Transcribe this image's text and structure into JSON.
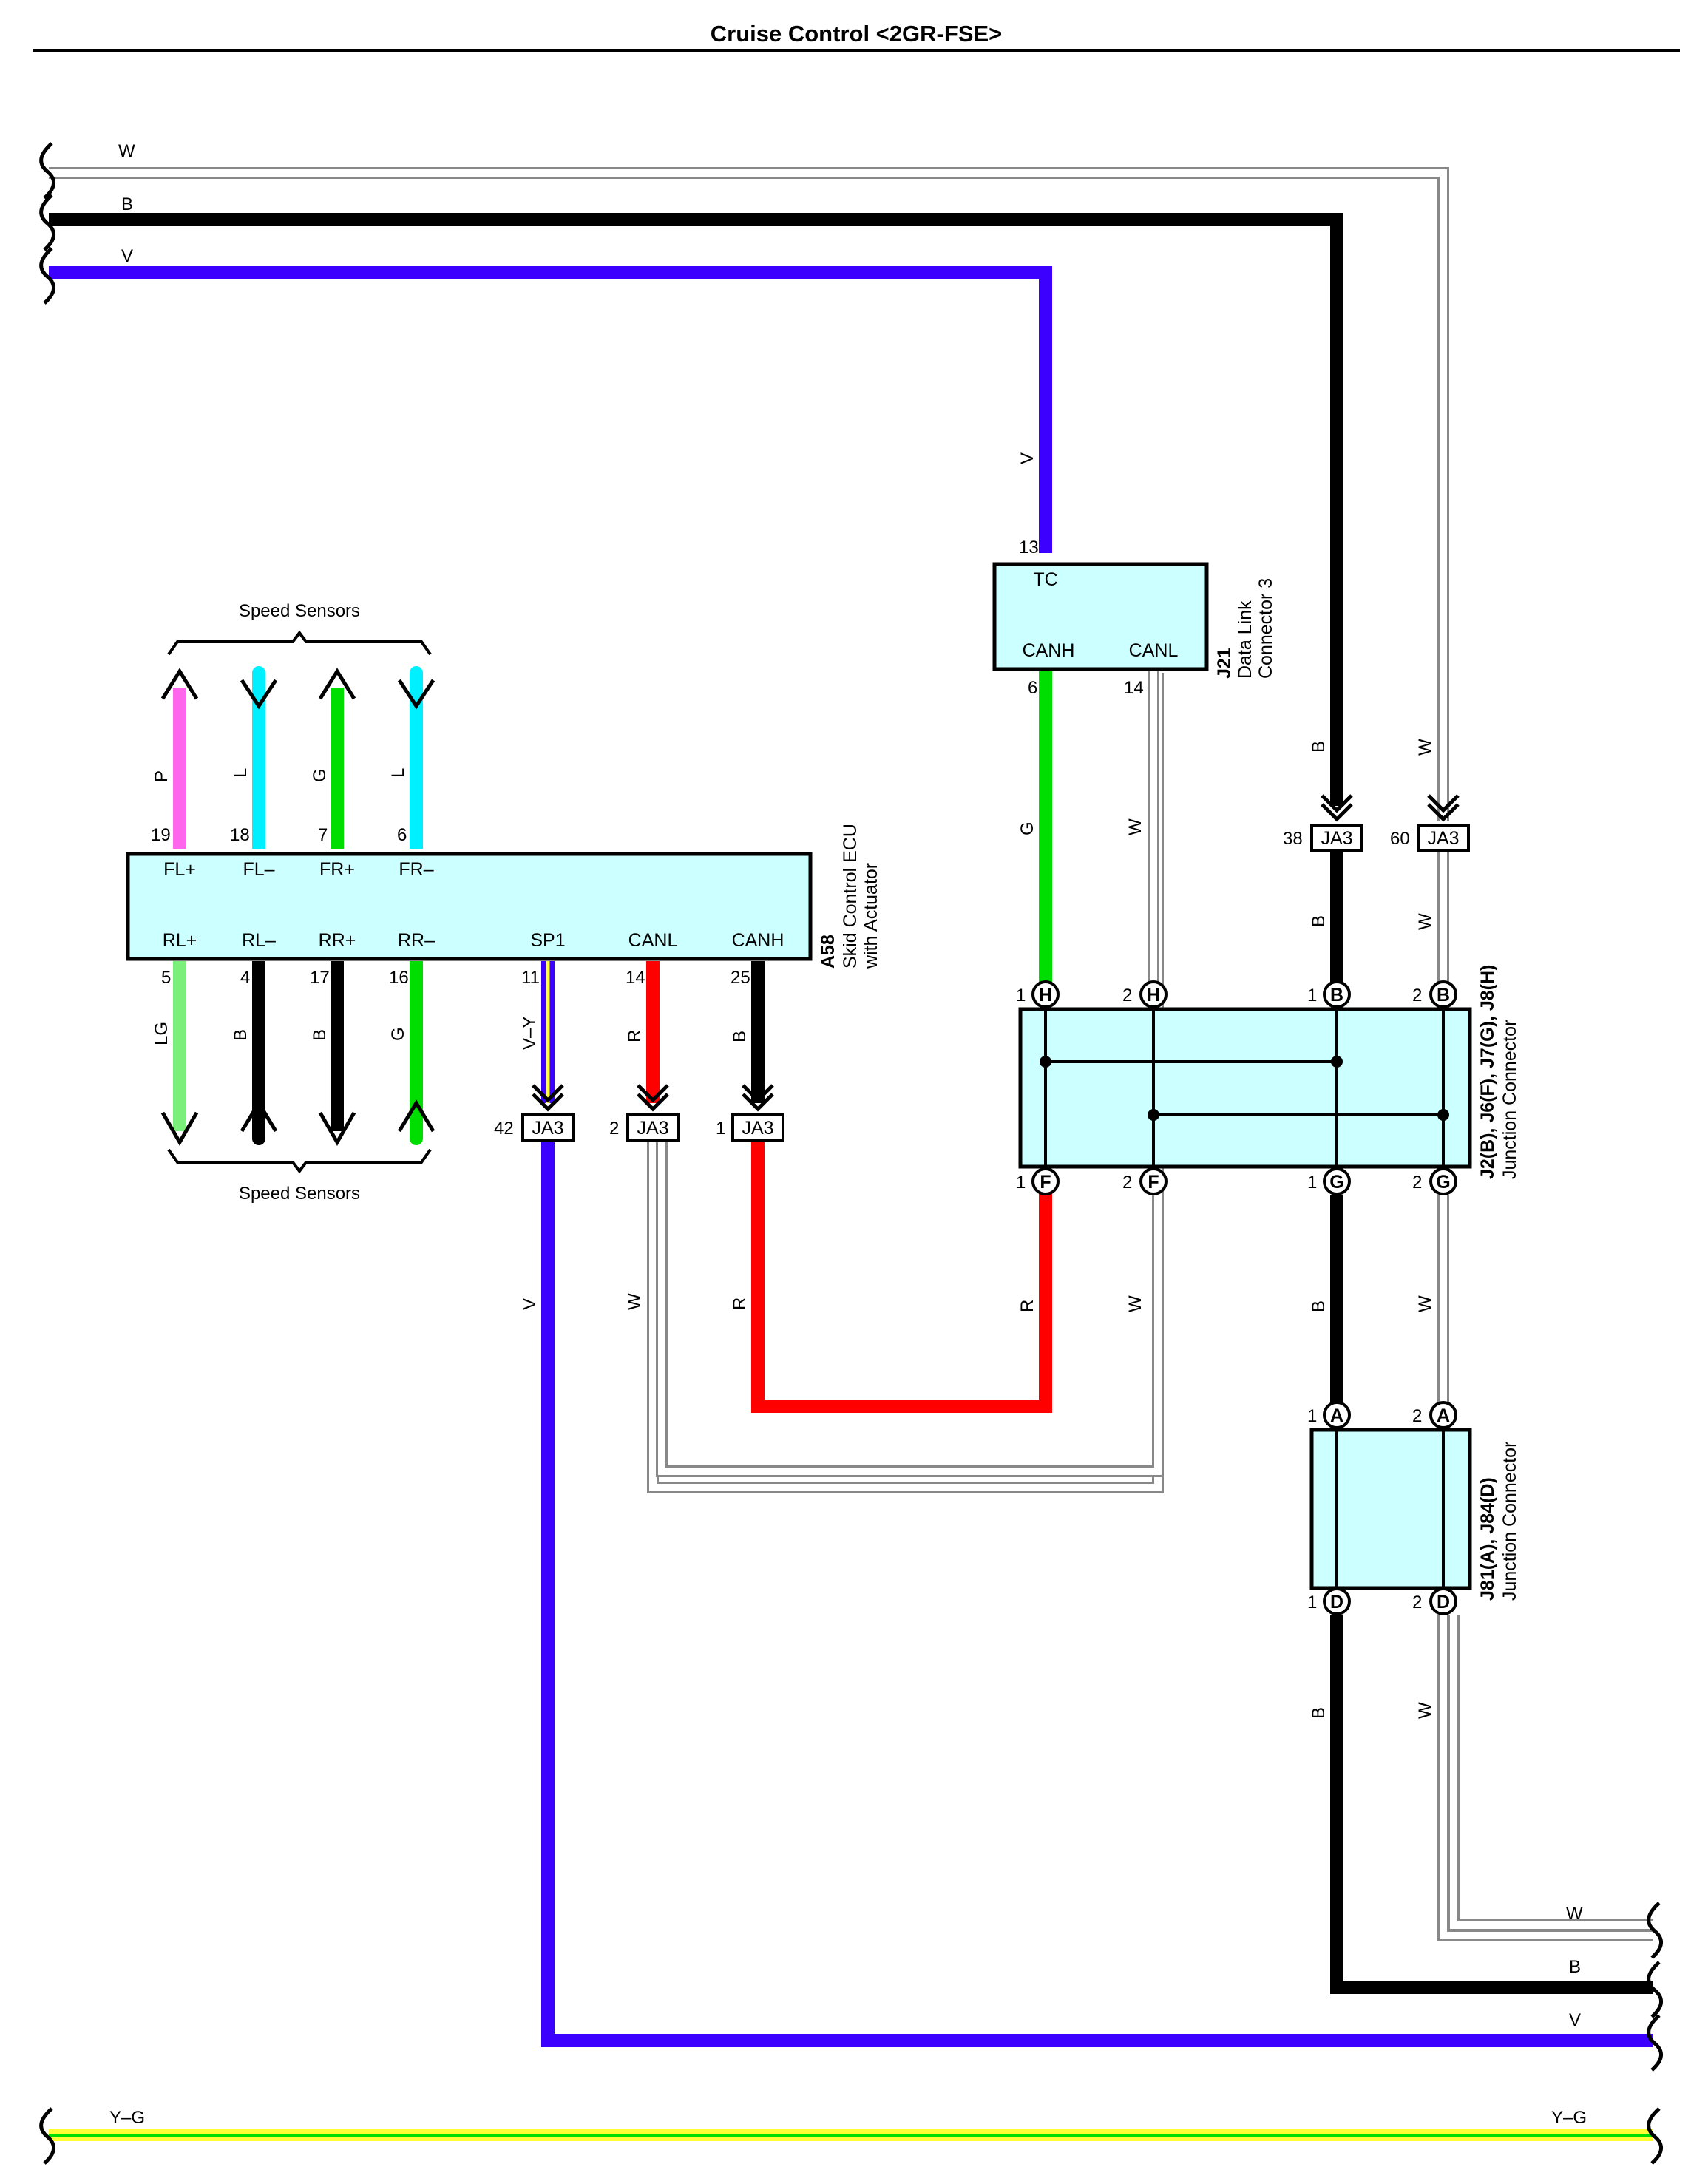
{
  "title": "Cruise Control <2GR-FSE>",
  "colors": {
    "W": "#ffffff",
    "B": "#000000",
    "V": "#3c00ff",
    "G": "#00dd00",
    "LG": "#7af07a",
    "L": "#00f0ff",
    "P": "#ff66ee",
    "R": "#ff0000",
    "Y": "#ffff33",
    "box": "#ccffff"
  },
  "top_wires": {
    "w": "W",
    "b": "B",
    "v": "V"
  },
  "bottom_wires": {
    "w": "W",
    "b": "B",
    "v": "V"
  },
  "yg_left": "Y–G",
  "yg_right": "Y–G",
  "speed_sensors_top": "Speed Sensors",
  "speed_sensors_bottom": "Speed Sensors",
  "a58": {
    "id": "A58",
    "name_line1": "Skid Control ECU",
    "name_line2": "with Actuator",
    "top_pins": [
      {
        "num": "19",
        "name": "FL+",
        "wire": "P"
      },
      {
        "num": "18",
        "name": "FL–",
        "wire": "L"
      },
      {
        "num": "7",
        "name": "FR+",
        "wire": "G"
      },
      {
        "num": "6",
        "name": "FR–",
        "wire": "L"
      }
    ],
    "bottom_pins": [
      {
        "num": "5",
        "name": "RL+",
        "wire": "LG"
      },
      {
        "num": "4",
        "name": "RL–",
        "wire": "B"
      },
      {
        "num": "17",
        "name": "RR+",
        "wire": "B"
      },
      {
        "num": "16",
        "name": "RR–",
        "wire": "G"
      },
      {
        "num": "11",
        "name": "SP1",
        "wire": "V–Y"
      },
      {
        "num": "14",
        "name": "CANL",
        "wire": "R"
      },
      {
        "num": "25",
        "name": "CANH",
        "wire": "B"
      }
    ]
  },
  "ja3": {
    "label": "JA3",
    "sp1_pin": "42",
    "canl_pin": "2",
    "canh_pin": "1",
    "b_pin": "38",
    "w_pin": "60"
  },
  "j21": {
    "id": "J21",
    "name_line1": "Data Link",
    "name_line2": "Connector 3",
    "tc": "TC",
    "tc_pin": "13",
    "canh": "CANH",
    "canh_pin": "6",
    "canl": "CANL",
    "canl_pin": "14"
  },
  "jc1": {
    "id": "J2(B), J6(F), J7(G), J8(H)",
    "name": "Junction Connector",
    "top": [
      {
        "num": "1",
        "letter": "H"
      },
      {
        "num": "2",
        "letter": "H"
      },
      {
        "num": "1",
        "letter": "B"
      },
      {
        "num": "2",
        "letter": "B"
      }
    ],
    "bottom": [
      {
        "num": "1",
        "letter": "F"
      },
      {
        "num": "2",
        "letter": "F"
      },
      {
        "num": "1",
        "letter": "G"
      },
      {
        "num": "2",
        "letter": "G"
      }
    ]
  },
  "jc2": {
    "id": "J81(A), J84(D)",
    "name": "Junction Connector",
    "top": [
      {
        "num": "1",
        "letter": "A"
      },
      {
        "num": "2",
        "letter": "A"
      }
    ],
    "bottom": [
      {
        "num": "1",
        "letter": "D"
      },
      {
        "num": "2",
        "letter": "D"
      }
    ]
  },
  "wire_labels": {
    "v_to_tc": "V",
    "canh_g": "G",
    "canl_w": "W",
    "b_to_ja3": "B",
    "w_to_ja3": "W",
    "b_ja3_jc": "B",
    "w_ja3_jc": "W",
    "sp1_v": "V",
    "canl_w_low": "W",
    "canh_r_low": "R",
    "jc_f1_r": "R",
    "jc_f2_w": "W",
    "jc_g1_b": "B",
    "jc_g2_w": "W",
    "jc2_d1_b": "B",
    "jc2_d2_w": "W"
  }
}
